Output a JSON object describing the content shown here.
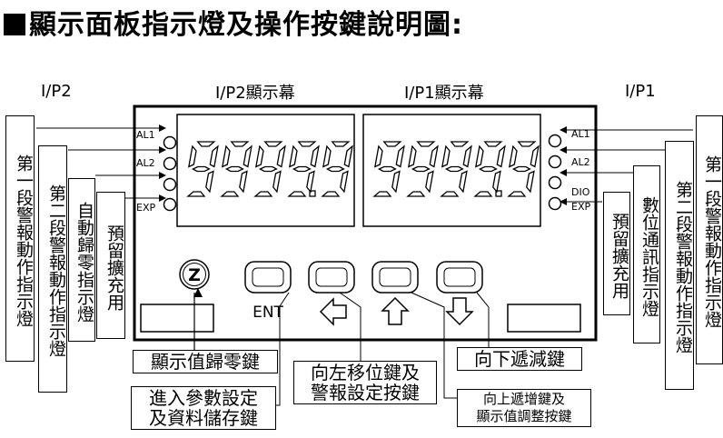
{
  "title": "顯示面板指示燈及操作按鍵說明圖:",
  "headers": {
    "ip2": "I/P2",
    "ip2_display": "I/P2顯示幕",
    "ip1_display": "I/P1顯示幕",
    "ip1": "I/P1"
  },
  "displays": {
    "left_value": "9999.9",
    "right_value": "9999.9"
  },
  "left_leds": [
    "AL1",
    "AL2",
    "",
    "EXP"
  ],
  "right_leds": [
    "AL1",
    "AL2",
    "DIO",
    "EXP"
  ],
  "left_labels": [
    "第一段警報動作指示燈",
    "第二段警報動作指示燈",
    "自動歸零指示燈",
    "預留擴充用"
  ],
  "right_labels": [
    "第一段警報動作指示燈",
    "第二段警報動作指示燈",
    "數位通訊指示燈",
    "預留擴充用"
  ],
  "keys": {
    "zero_symbol": "Z",
    "ent_label": "ENT",
    "zero_desc": "顯示值歸零鍵",
    "ent_desc": "進入參數設定\n及資料儲存鍵",
    "left_desc": "向左移位鍵及\n警報設定按鍵",
    "down_desc": "向下遞減鍵",
    "up_desc": "向上遞增鍵及\n顯示值調整按鍵"
  }
}
